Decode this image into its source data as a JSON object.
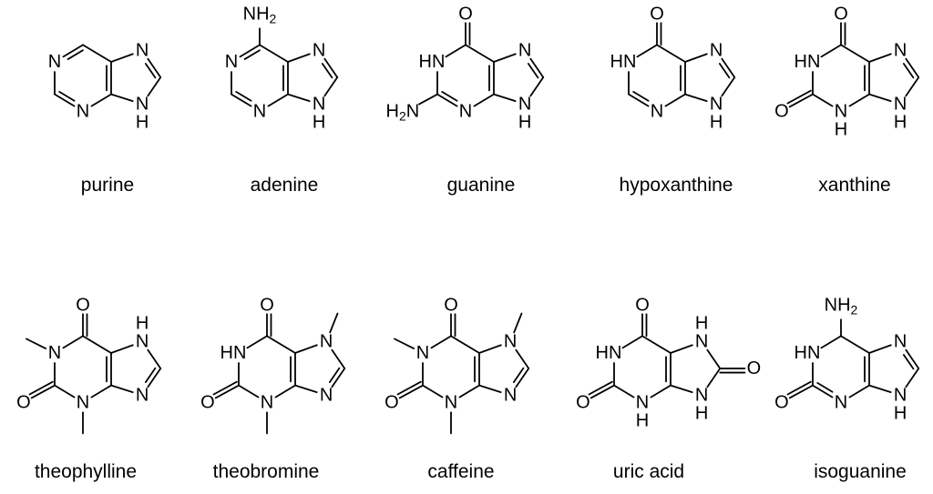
{
  "molecules": [
    {
      "name": "purine"
    },
    {
      "name": "adenine"
    },
    {
      "name": "guanine"
    },
    {
      "name": "hypoxanthine"
    },
    {
      "name": "xanthine"
    },
    {
      "name": "theophylline"
    },
    {
      "name": "theobromine"
    },
    {
      "name": "caffeine"
    },
    {
      "name": "uric acid"
    },
    {
      "name": "isoguanine"
    }
  ],
  "atom_labels": {
    "N": "N",
    "H": "H",
    "O": "O",
    "HN": "HN",
    "NH2": "NH2",
    "H2N": "H2N"
  }
}
